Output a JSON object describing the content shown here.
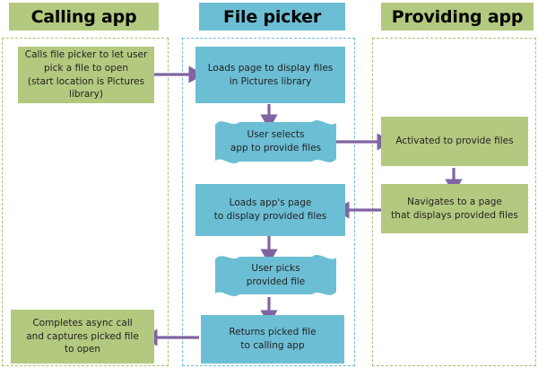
{
  "diagram": {
    "title": "File picker flow between calling app, file picker and providing app",
    "type": "flowchart",
    "colors": {
      "green_fill": "#b3c97f",
      "blue_fill": "#6cbed4",
      "arrow_purple": "#8064a2",
      "green_dash": "#a9c26f",
      "blue_dash": "#6cbed4",
      "text": "#231f20",
      "background": "#ffffff"
    },
    "lanes": [
      {
        "id": "calling",
        "header": "Calling app",
        "style": "green"
      },
      {
        "id": "picker",
        "header": "File picker",
        "style": "blue"
      },
      {
        "id": "providing",
        "header": "Providing app",
        "style": "green"
      }
    ],
    "nodes": {
      "calls_file_picker": "Calls file picker  to let user\npick a file to open\n(start location  is Pictures library)",
      "completes_async": "Completes async call\nand captures picked file\nto open",
      "loads_page": "Loads page to display files\nin Pictures library",
      "user_selects_app": "User selects\napp to provide files",
      "loads_app_page": "Loads app's page\nto display provided files",
      "user_picks_file": "User picks\nprovided file",
      "returns_picked": "Returns picked file\nto calling app",
      "activated": "Activated to provide files",
      "navigates": "Navigates to a page\nthat displays provided files"
    }
  }
}
